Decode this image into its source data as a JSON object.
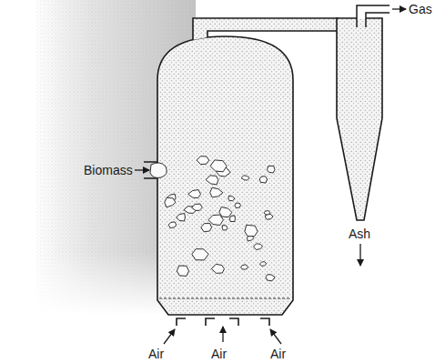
{
  "diagram": {
    "labels": [
      "Gas",
      "Biomass",
      "Ash",
      "Air",
      "Air",
      "Air"
    ]
  }
}
